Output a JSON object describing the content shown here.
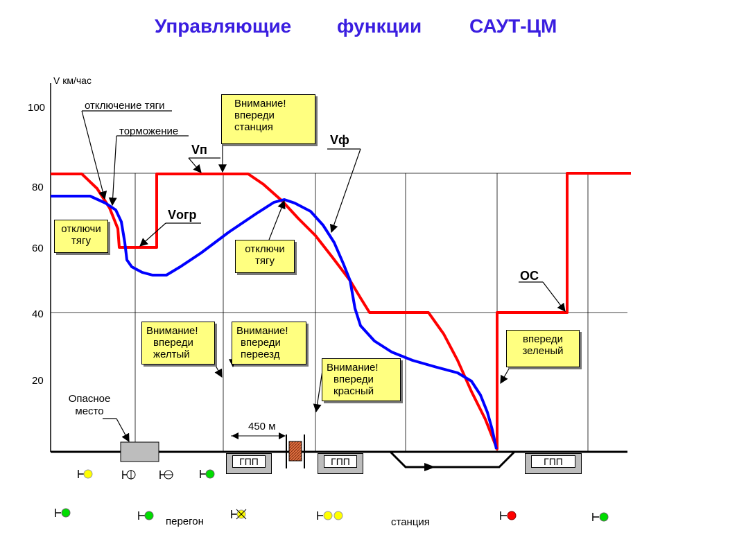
{
  "title": {
    "part1": "Управляющие",
    "part2": "функции",
    "part3": "САУТ-ЦМ"
  },
  "axis": {
    "ylabel": "V км/час",
    "ticks": [
      "100",
      "80",
      "60",
      "40",
      "20"
    ]
  },
  "curves": {
    "vp": "Vп",
    "vogr": "Vогр",
    "vf": "Vф",
    "os": "ОС"
  },
  "labels": {
    "traction_off": "отключение  тяги",
    "braking": "торможение",
    "danger_line1": "Опасное",
    "danger_line2": "место",
    "distance": "450 м",
    "peregon": "перегон",
    "station": "станция"
  },
  "boxes": {
    "cut_traction_1": {
      "line1": "отключи",
      "line2": "тягу"
    },
    "attention_station": {
      "line1": "Внимание!",
      "line2": "впереди",
      "line3": "станция"
    },
    "cut_traction_2": {
      "line1": "отключи",
      "line2": "тягу"
    },
    "attention_yellow": {
      "line1": "Внимание!",
      "line2": "впереди",
      "line3": "желтый"
    },
    "attention_crossing": {
      "line1": "Внимание!",
      "line2": "впереди",
      "line3": "переезд"
    },
    "attention_red": {
      "line1": "Внимание!",
      "line2": "впереди",
      "line3": "красный"
    },
    "ahead_green": {
      "line1": "впереди",
      "line2": "зеленый"
    }
  },
  "gpp": {
    "label": "ГПП"
  },
  "colors": {
    "title": "#3a1ee0",
    "vp_curve": "#ff0000",
    "vf_curve": "#0000ff",
    "box_fill": "#ffff80",
    "signal_yellow": "#ffff00",
    "signal_green": "#00dd00",
    "signal_red": "#ff0000"
  }
}
